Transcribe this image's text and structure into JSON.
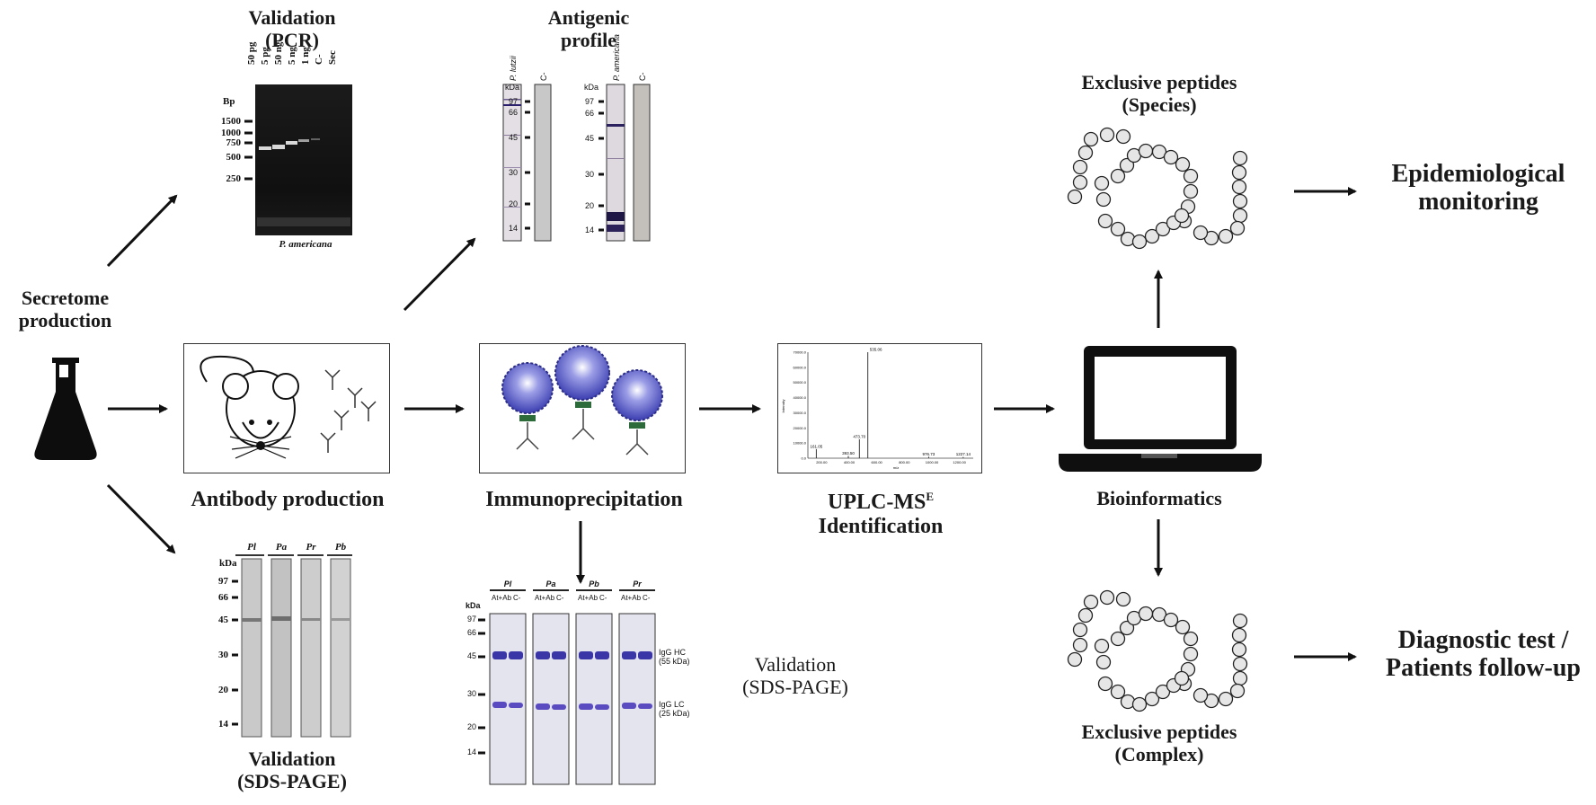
{
  "secretome": {
    "line1": "Secretome",
    "line2": "production"
  },
  "pcr": {
    "title1": "Validation",
    "title2": "(PCR)",
    "bp_label": "Bp",
    "bp_ticks": [
      "1500",
      "1000",
      "750",
      "500",
      "250"
    ],
    "lanes": [
      "50 pg",
      "5 pg",
      "50 ng",
      "5 ng",
      "1 ng",
      "C-",
      "Sec"
    ],
    "species": "P. americana"
  },
  "antigenic": {
    "title1": "Antigenic",
    "title2": "profile",
    "kda": "kDa",
    "ticks": [
      "97",
      "66",
      "45",
      "30",
      "20",
      "14"
    ],
    "lane_a": "P. lutzii",
    "lane_b": "C-",
    "lane_c": "P. americana",
    "lane_d": "C-"
  },
  "sds_left": {
    "kda": "kDa",
    "ticks": [
      "97",
      "66",
      "45",
      "30",
      "20",
      "14"
    ],
    "lanes": [
      "Pl",
      "Pa",
      "Pr",
      "Pb"
    ],
    "title1": "Validation",
    "title2": "(SDS-PAGE)"
  },
  "antibody": {
    "label": "Antibody production"
  },
  "immuno": {
    "label": "Immunoprecipitation"
  },
  "sds_mid": {
    "kda": "kDa",
    "ticks": [
      "97",
      "66",
      "45",
      "30",
      "20",
      "14"
    ],
    "groups": [
      "Pl",
      "Pa",
      "Pb",
      "Pr"
    ],
    "sub_a": "At+Ab",
    "sub_b": "C-",
    "igg_hc1": "IgG HC",
    "igg_hc2": "(55 kDa)",
    "igg_lc1": "IgG LC",
    "igg_lc2": "(25 kDa)",
    "title1": "Validation",
    "title2": "(SDS-PAGE)"
  },
  "uplc": {
    "label1": "UPLC-MS",
    "sup": "E",
    "label2": "Identification",
    "y_label": "Intensity",
    "x_label": "m/z",
    "y_ticks": [
      "70000.0",
      "60000.0",
      "50000.0",
      "40000.0",
      "30000.0",
      "20000.0",
      "10000.0",
      "0.0"
    ],
    "x_ticks": [
      "200.00",
      "400.00",
      "600.00",
      "800.00",
      "1000.00",
      "1200.00"
    ]
  },
  "chart_data": {
    "type": "bar",
    "title": "",
    "xlabel": "m/z",
    "ylabel": "Intensity",
    "xlim": [
      100,
      1300
    ],
    "ylim": [
      0,
      70000
    ],
    "x": [
      161.05,
      393.5,
      473.7,
      535.06,
      976.73,
      1227.14
    ],
    "values": [
      6000,
      1500,
      12500,
      70000,
      1000,
      800
    ],
    "data_labels": [
      "161.05",
      "393.50",
      "473.70",
      "535.06",
      "976.73",
      "1227.14"
    ]
  },
  "bioinfo": {
    "label": "Bioinformatics"
  },
  "pep_species": {
    "line1": "Exclusive peptides",
    "line2": "(Species)"
  },
  "pep_complex": {
    "line1": "Exclusive peptides",
    "line2": "(Complex)"
  },
  "epi": {
    "line1": "Epidemiological",
    "line2": "monitoring"
  },
  "diag": {
    "line1": "Diagnostic test /",
    "line2": "Patients follow-up"
  }
}
